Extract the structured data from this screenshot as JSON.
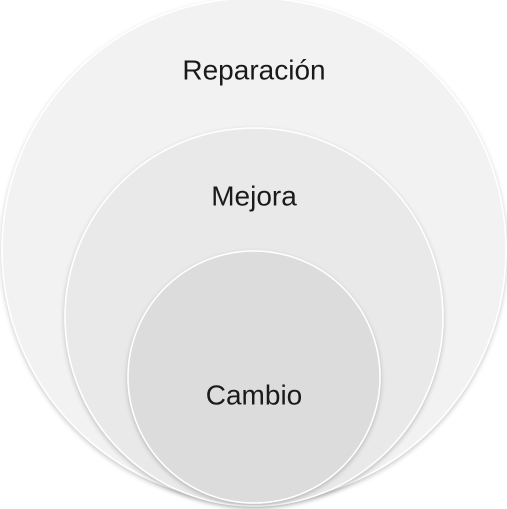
{
  "diagram": {
    "type": "nested-circles",
    "levels": [
      {
        "label": "Reparación",
        "fill": "#f2f2f2"
      },
      {
        "label": "Mejora",
        "fill": "#e9e9e9"
      },
      {
        "label": "Cambio",
        "fill": "#dcdcdc"
      }
    ],
    "stroke": "#ffffff",
    "background": "#ffffff"
  }
}
